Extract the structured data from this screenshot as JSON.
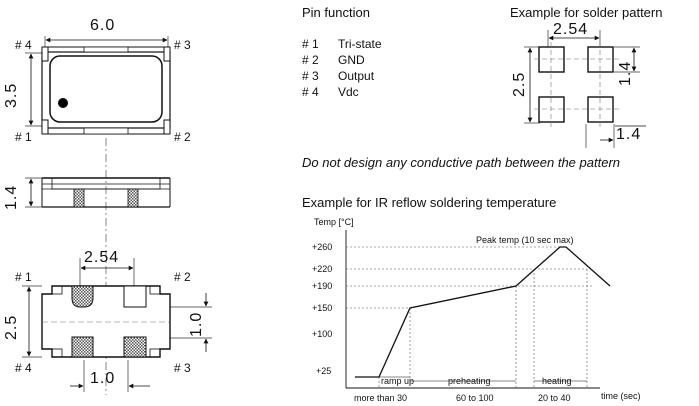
{
  "top_view": {
    "width_dim": "6.0",
    "height_dim": "3.5",
    "pin_labels": {
      "tl": "# 4",
      "tr": "# 3",
      "bl": "# 1",
      "br": "# 2"
    }
  },
  "side_view": {
    "height_dim": "1.4"
  },
  "bottom_view": {
    "pitch_dim": "2.54",
    "height_dim": "2.5",
    "pad_h_dim": "1.0",
    "pad_w_dim": "1.0",
    "pin_labels": {
      "tl": "# 1",
      "tr": "# 2",
      "bl": "# 4",
      "br": "# 3"
    }
  },
  "pin_function": {
    "title": "Pin  function",
    "pins": [
      {
        "num": "# 1",
        "name": "Tri-state"
      },
      {
        "num": "# 2",
        "name": "GND"
      },
      {
        "num": "# 3",
        "name": "Output"
      },
      {
        "num": "# 4",
        "name": "Vdc"
      }
    ]
  },
  "solder_pattern": {
    "title": "Example for solder pattern",
    "pitch_dim": "2.54",
    "height_dim": "2.5",
    "pad_h_dim": "1.4",
    "pad_w_dim": "1.4"
  },
  "note": "Do not design any conductive path between the pattern",
  "reflow": {
    "title": "Example for IR reflow soldering temperature",
    "y_axis_label": "Temp [°C]",
    "x_axis_label": "time (sec)",
    "peak_label": "Peak temp (10 sec max)",
    "y_ticks": [
      "+260",
      "+220",
      "+190",
      "+150",
      "+100",
      "+25"
    ],
    "phases": [
      "ramp up",
      "preheating",
      "heating"
    ],
    "durations": [
      "more than 30",
      "60 to 100",
      "20 to 40"
    ]
  },
  "chart_data": {
    "type": "line",
    "title": "Example for IR reflow soldering temperature",
    "xlabel": "time (sec)",
    "ylabel": "Temp [°C]",
    "series": [
      {
        "x": [
          0,
          1,
          2,
          3,
          4,
          5,
          6
        ],
        "y": [
          25,
          25,
          150,
          190,
          260,
          260,
          190
        ]
      }
    ],
    "y_ticks": [
      25,
      100,
      150,
      190,
      220,
      260
    ],
    "annotations": [
      "Peak temp (10 sec max)",
      "ramp up",
      "preheating",
      "heating",
      "more than 30",
      "60 to 100",
      "20 to 40"
    ]
  }
}
